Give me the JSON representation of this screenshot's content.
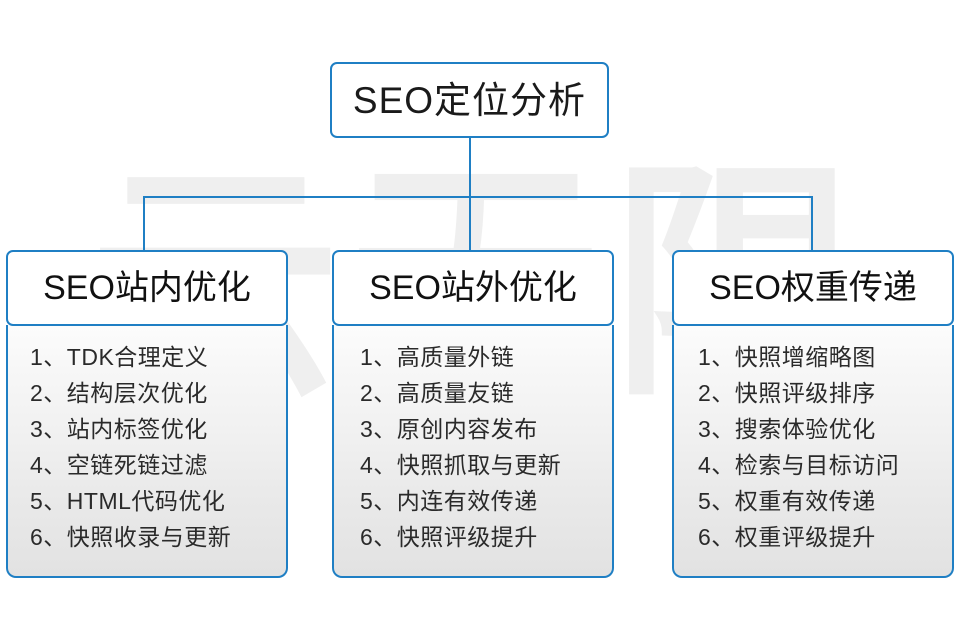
{
  "diagram": {
    "watermark_text": "云无限",
    "accent_color": "#1f7fc4",
    "root": {
      "label": "SEO定位分析"
    },
    "branches": [
      {
        "header": "SEO站内优化",
        "items": [
          "1、TDK合理定义",
          "2、结构层次优化",
          "3、站内标签优化",
          "4、空链死链过滤",
          "5、HTML代码优化",
          "6、快照收录与更新"
        ]
      },
      {
        "header": "SEO站外优化",
        "items": [
          "1、高质量外链",
          "2、高质量友链",
          "3、原创内容发布",
          "4、快照抓取与更新",
          "5、内连有效传递",
          "6、快照评级提升"
        ]
      },
      {
        "header": "SEO权重传递",
        "items": [
          "1、快照增缩略图",
          "2、快照评级排序",
          "3、搜索体验优化",
          "4、检索与目标访问",
          "5、权重有效传递",
          "6、权重评级提升"
        ]
      }
    ]
  }
}
